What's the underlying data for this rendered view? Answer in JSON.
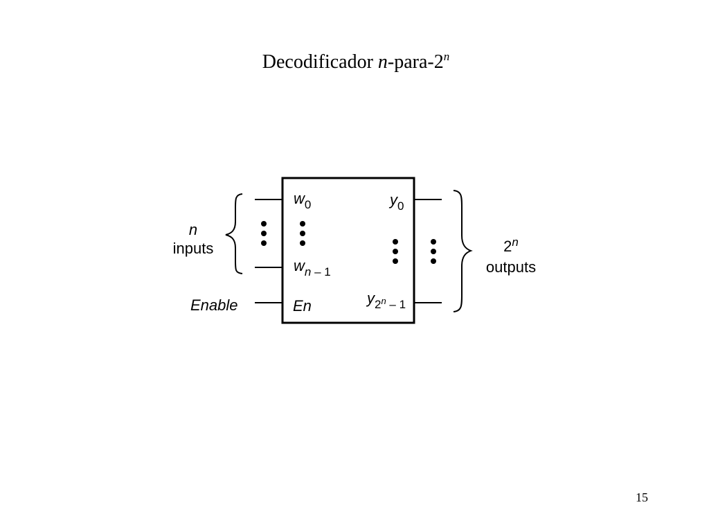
{
  "slide": {
    "title_main": "Decodificador ",
    "title_var": "n",
    "title_mid": "-para-2",
    "title_sup": "n",
    "page_number": "15"
  },
  "decoder": {
    "pin_w": "w",
    "pin_w0_sub": "0",
    "pin_wn_sub_var": "n",
    "pin_wn_sub_rest": " – 1",
    "pin_y": "y",
    "pin_y0_sub": "0",
    "pin_y2n_sub_base": "2",
    "pin_y2n_sub_sup": "n",
    "pin_y2n_sub_rest": " – 1",
    "pin_en": "En"
  },
  "inputs_label": {
    "var": "n",
    "text": "inputs"
  },
  "enable_label": "Enable",
  "outputs_label": {
    "base": "2",
    "sup": "n",
    "text": "outputs"
  }
}
